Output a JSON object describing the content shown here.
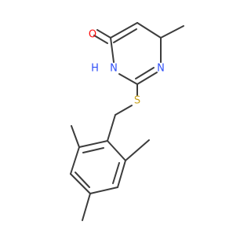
{
  "molecule": {
    "atom_labels": {
      "oxygen": "O",
      "nitrogen_top": "N",
      "nitrogen_nh": "N",
      "hydrogen_nh": "H",
      "sulfur": "S"
    },
    "colors": {
      "bond": "#3c3c3c",
      "oxygen": "#ff0d0d",
      "nitrogen": "#3050f8",
      "sulfur": "#c8a21e",
      "background": "#ffffff"
    }
  }
}
